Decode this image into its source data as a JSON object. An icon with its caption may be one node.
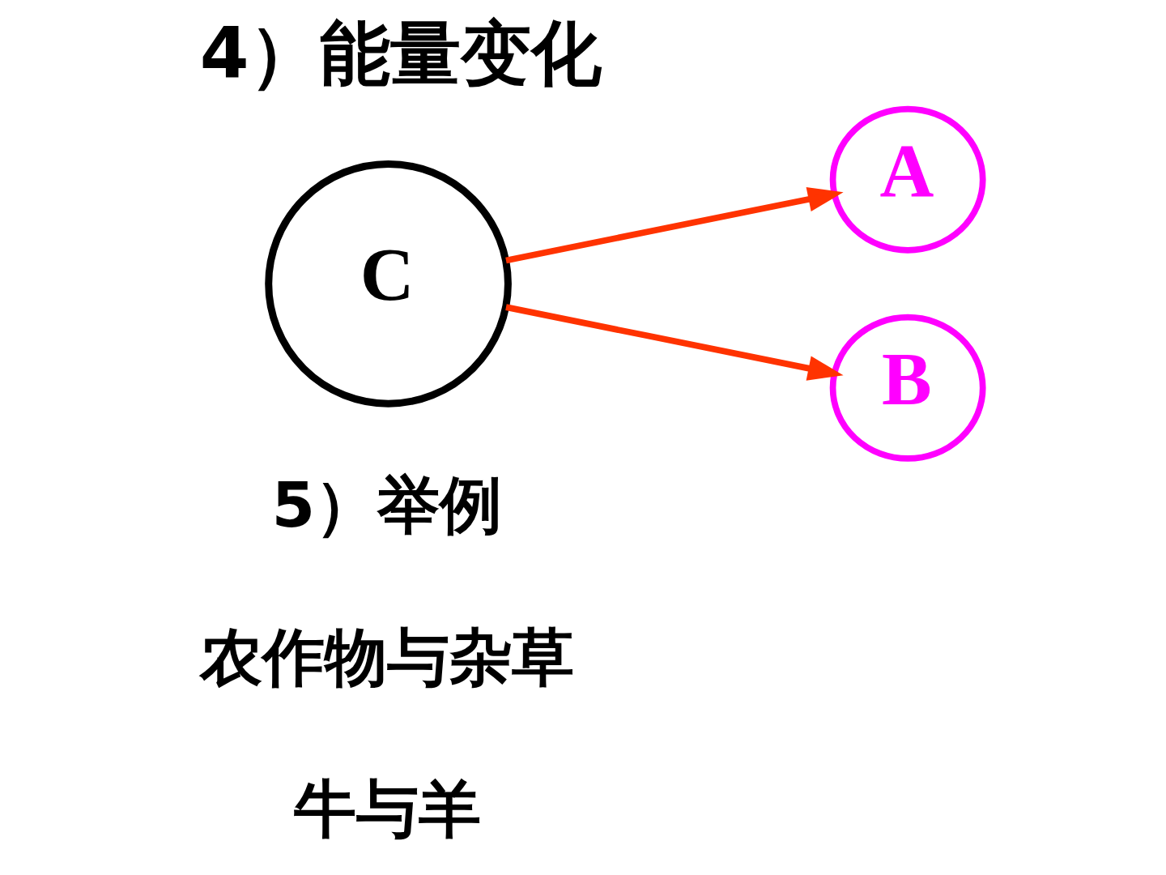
{
  "diagram": {
    "title": "4）能量变化",
    "nodes": [
      {
        "text": [
          "C"
        ]
      },
      {
        "text": [
          "A"
        ]
      },
      {
        "text": [
          "B"
        ]
      }
    ],
    "edges": [
      {
        "from": 0,
        "to": 1,
        "arrow": "to"
      },
      {
        "from": 0,
        "to": 2,
        "arrow": "to"
      }
    ],
    "labels": [
      "5）举例",
      "农作物与杂草",
      "牛与羊"
    ]
  }
}
